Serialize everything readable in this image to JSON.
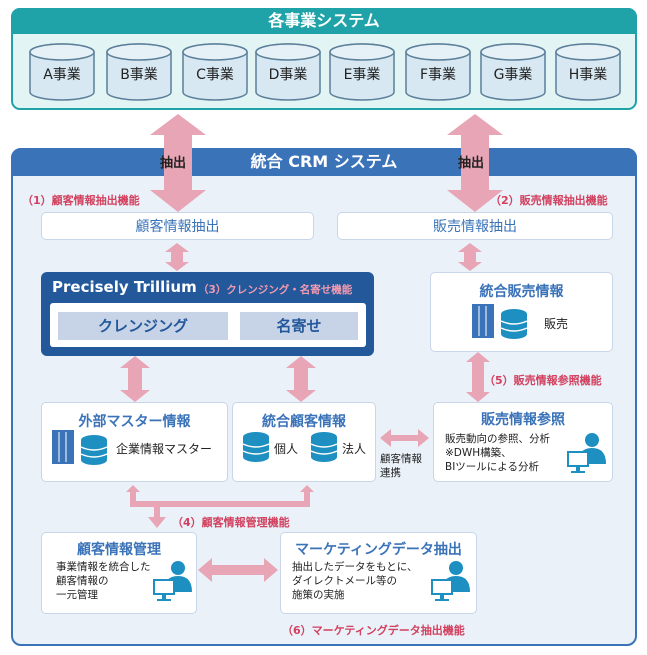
{
  "top": {
    "title": "各事業システム",
    "units": [
      "A事業",
      "B事業",
      "C事業",
      "D事業",
      "E事業",
      "F事業",
      "G事業",
      "H事業"
    ]
  },
  "arrows": {
    "left_label": "抽出",
    "right_label": "抽出"
  },
  "crm": {
    "title": "統合 CRM システム",
    "func1": "（1）顧客情報抽出機能",
    "func2": "（2）販売情報抽出機能",
    "customer_extract": "顧客情報抽出",
    "sales_extract": "販売情報抽出",
    "trillium": {
      "title": "Precisely Trillium",
      "func3": "（3）クレンジング・名寄せ機能",
      "cleansing": "クレンジング",
      "name_matching": "名寄せ"
    },
    "sales_integrated": {
      "title": "統合販売情報",
      "item": "販売"
    },
    "func5": "（5）販売情報参照機能",
    "external_master": {
      "title": "外部マスター情報",
      "item": "企業情報マスター"
    },
    "integrated_customer": {
      "title": "統合顧客情報",
      "item1": "個人",
      "item2": "法人"
    },
    "link_label": "顧客情報\n連携",
    "sales_ref": {
      "title": "販売情報参照",
      "line1": "販売動向の参照、分析",
      "line2": "※DWH構築、",
      "line3": "BIツールによる分析"
    },
    "func4": "（4）顧客情報管理機能",
    "customer_mgmt": {
      "title": "顧客情報管理",
      "line1": "事業情報を統合した",
      "line2": "顧客情報の",
      "line3": "一元管理"
    },
    "marketing": {
      "title": "マーケティングデータ抽出",
      "line1": "抽出したデータをもとに、",
      "line2": "ダイレクトメール等の",
      "line3": "施策の実施"
    },
    "func6": "（6）マーケティングデータ抽出機能"
  },
  "colors": {
    "teal": "#1fa3a8",
    "blue": "#3b73b9",
    "pink_arrow": "#e8a5b5",
    "red_text": "#d2415f"
  }
}
